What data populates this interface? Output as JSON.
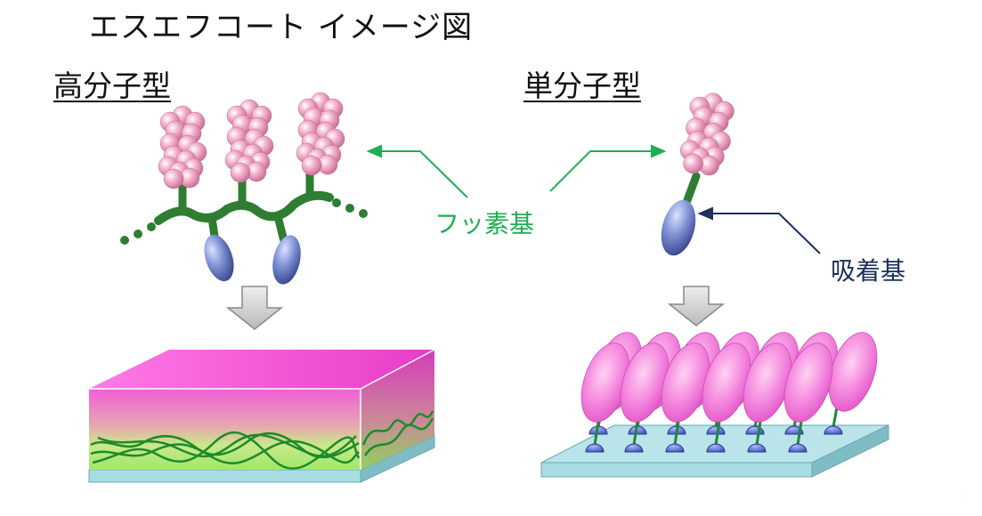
{
  "title": "エスエフコート イメージ図",
  "polymer_label": "高分子型",
  "monomer_label": "単分子型",
  "fluoro_group_label": "フッ素基",
  "adsorption_group_label": "吸着基",
  "colors": {
    "fluoro_sphere": "#f2a6c4",
    "backbone_green": "#2e7d32",
    "adsorb_blue": "#6a7fc6",
    "film_magenta": "#e040c8",
    "substrate_cyan": "#a8dde3",
    "fluoro_arrow": "#1fae52",
    "adsorb_arrow": "#1d2f5a",
    "down_arrow": "#cccccc"
  },
  "icons": [
    "down-arrow-icon",
    "down-arrow-icon"
  ]
}
